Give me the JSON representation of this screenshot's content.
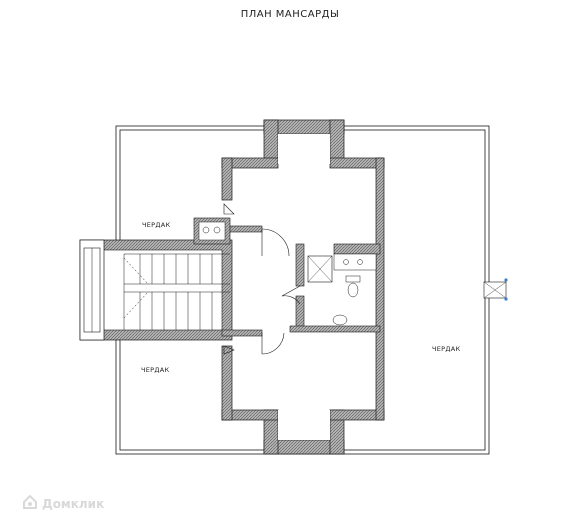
{
  "title": "ПЛАН МАНСАРДЫ",
  "rooms": {
    "attic_upper_left": "ЧЕРДАК",
    "attic_lower_left": "ЧЕРДАК",
    "attic_right": "ЧЕРДАК"
  },
  "watermark": {
    "text": "Домклик",
    "icon": "domclick-house-icon"
  },
  "colors": {
    "wall_fill": "#8a8a8a",
    "line": "#1a1a1a",
    "window_accent": "#3a7fd0"
  }
}
